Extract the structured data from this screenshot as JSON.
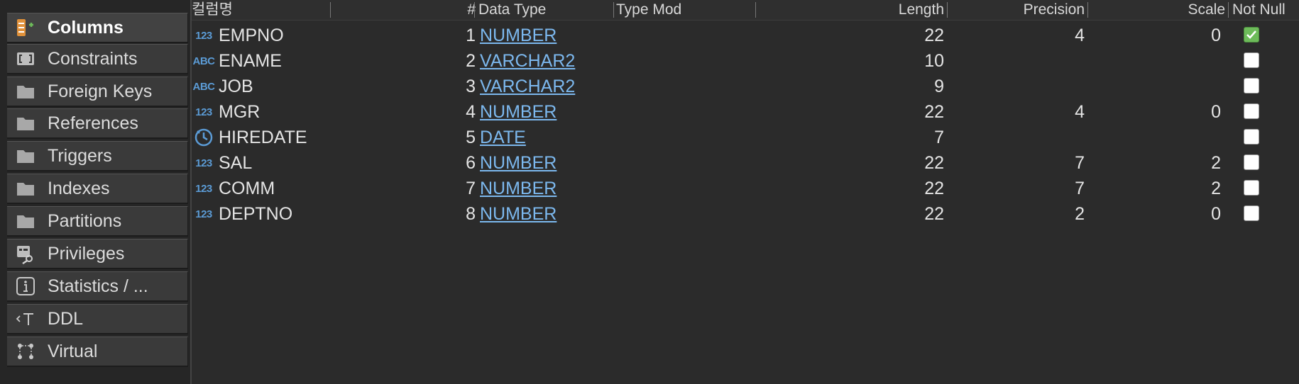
{
  "sidebar": {
    "items": [
      {
        "label": "Columns",
        "icon": "columns-icon",
        "active": true
      },
      {
        "label": "Constraints",
        "icon": "constraints-icon"
      },
      {
        "label": "Foreign Keys",
        "icon": "folder-icon"
      },
      {
        "label": "References",
        "icon": "folder-icon"
      },
      {
        "label": "Triggers",
        "icon": "folder-icon"
      },
      {
        "label": "Indexes",
        "icon": "folder-icon"
      },
      {
        "label": "Partitions",
        "icon": "folder-icon"
      },
      {
        "label": "Privileges",
        "icon": "privileges-icon"
      },
      {
        "label": "Statistics / ...",
        "icon": "info-icon"
      },
      {
        "label": "DDL",
        "icon": "ddl-icon"
      },
      {
        "label": "Virtual",
        "icon": "virtual-icon"
      }
    ]
  },
  "grid": {
    "headers": {
      "column_name": "컬럼명",
      "position": "#",
      "data_type": "Data Type",
      "type_mod": "Type Mod",
      "length": "Length",
      "precision": "Precision",
      "scale": "Scale",
      "not_null": "Not Null"
    },
    "rows": [
      {
        "type_icon": "123",
        "name": "EMPNO",
        "position": "1",
        "data_type": "NUMBER",
        "length": "22",
        "precision": "4",
        "scale": "0",
        "not_null": true
      },
      {
        "type_icon": "ABC",
        "name": "ENAME",
        "position": "2",
        "data_type": "VARCHAR2",
        "length": "10",
        "precision": "",
        "scale": "",
        "not_null": false
      },
      {
        "type_icon": "ABC",
        "name": "JOB",
        "position": "3",
        "data_type": "VARCHAR2",
        "length": "9",
        "precision": "",
        "scale": "",
        "not_null": false
      },
      {
        "type_icon": "123",
        "name": "MGR",
        "position": "4",
        "data_type": "NUMBER",
        "length": "22",
        "precision": "4",
        "scale": "0",
        "not_null": false
      },
      {
        "type_icon": "clock",
        "name": "HIREDATE",
        "position": "5",
        "data_type": "DATE",
        "length": "7",
        "precision": "",
        "scale": "",
        "not_null": false
      },
      {
        "type_icon": "123",
        "name": "SAL",
        "position": "6",
        "data_type": "NUMBER",
        "length": "22",
        "precision": "7",
        "scale": "2",
        "not_null": false
      },
      {
        "type_icon": "123",
        "name": "COMM",
        "position": "7",
        "data_type": "NUMBER",
        "length": "22",
        "precision": "7",
        "scale": "2",
        "not_null": false
      },
      {
        "type_icon": "123",
        "name": "DEPTNO",
        "position": "8",
        "data_type": "NUMBER",
        "length": "22",
        "precision": "2",
        "scale": "0",
        "not_null": false
      }
    ]
  },
  "colors": {
    "background": "#2b2b2b",
    "link": "#7cb8ee",
    "type_icon": "#5b9bd5",
    "checked": "#6dbb5a"
  }
}
